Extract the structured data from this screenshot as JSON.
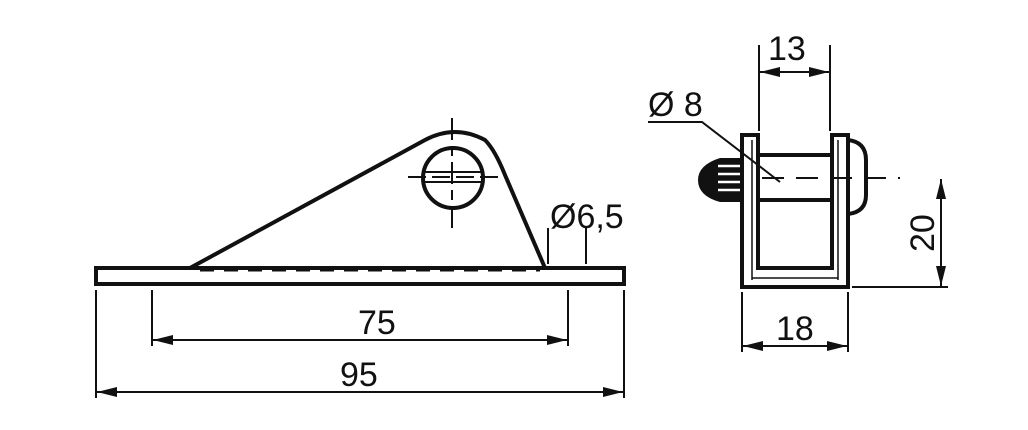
{
  "side_view": {
    "dimensions": {
      "overall_length": "95",
      "hole_spacing": "75",
      "hole_diameter": "Ø6,5"
    }
  },
  "end_view": {
    "dimensions": {
      "inner_width": "13",
      "pin_diameter": "Ø 8",
      "pin_height": "20",
      "outer_width": "18"
    }
  },
  "colors": {
    "line": "#111111",
    "background": "#ffffff"
  }
}
